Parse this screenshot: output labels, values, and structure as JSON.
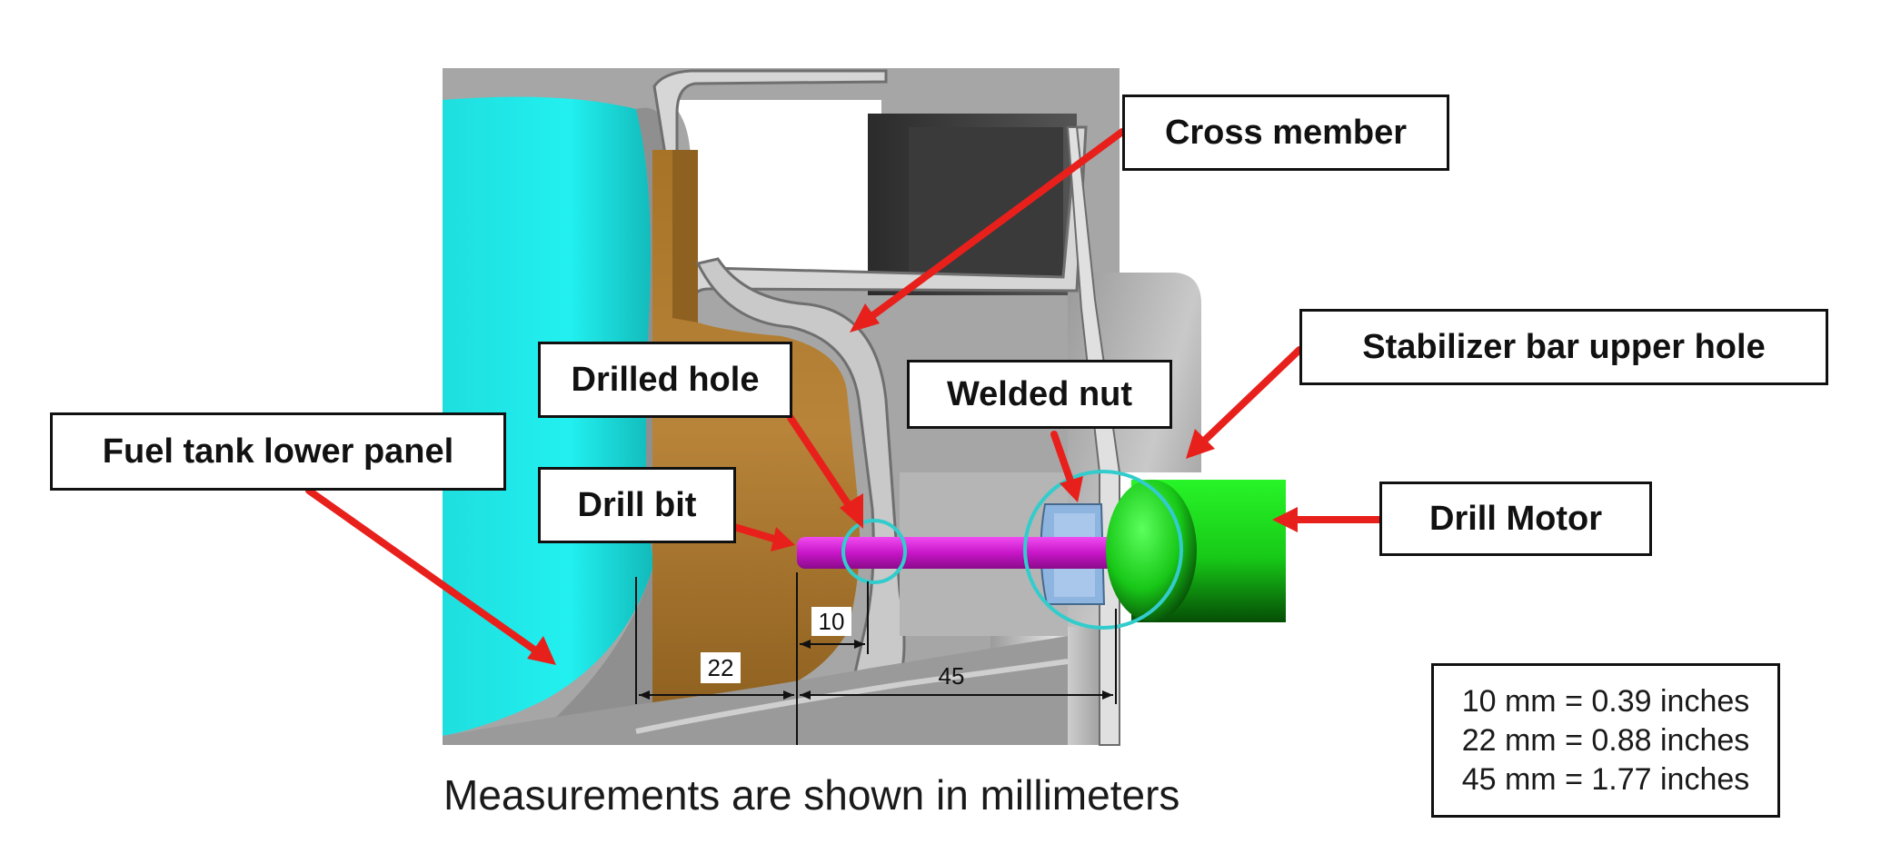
{
  "labels": {
    "cross_member": "Cross member",
    "stabilizer_hole": "Stabilizer bar upper hole",
    "drilled_hole": "Drilled hole",
    "welded_nut": "Welded nut",
    "fuel_tank_panel": "Fuel tank lower panel",
    "drill_bit": "Drill bit",
    "drill_motor": "Drill Motor"
  },
  "dimensions": {
    "d10": "10",
    "d22": "22",
    "d45": "45"
  },
  "caption": "Measurements are shown in millimeters",
  "conversions": [
    "10 mm = 0.39 inches",
    "22 mm = 0.88 inches",
    "45 mm = 1.77 inches"
  ],
  "colors": {
    "arrow": "#e8201c",
    "fuel_tank": "#16e6e6",
    "drill_bit": "#d81ed8",
    "drill_motor": "#1ee61e",
    "inner_panel": "#b07a2e",
    "highlight_circle": "#33cccc",
    "welded_nut": "#8eb4e0"
  }
}
